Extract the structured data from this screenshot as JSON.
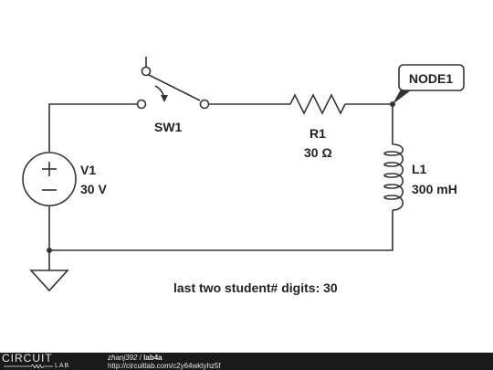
{
  "components": {
    "v1": {
      "name": "V1",
      "value": "30 V"
    },
    "sw1": {
      "name": "SW1"
    },
    "r1": {
      "name": "R1",
      "value": "30 Ω"
    },
    "l1": {
      "name": "L1",
      "value": "300 mH"
    },
    "node1": {
      "name": "NODE1"
    }
  },
  "note": "last two student# digits: 30",
  "footer": {
    "brand_top": "CIRCUIT",
    "brand_bottom": "LAB",
    "user": "zhanj392",
    "separator": " / ",
    "title": "lab4a",
    "url": "http://circuitlab.com/c2y64wktyhz5f"
  },
  "colors": {
    "wire": "#333333",
    "label": "#222222",
    "footer_bg": "#1a1a1a"
  }
}
